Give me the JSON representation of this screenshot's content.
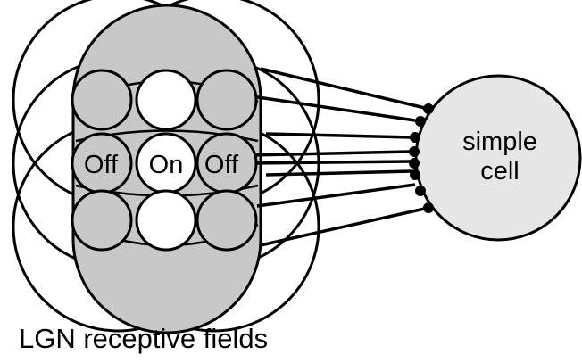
{
  "labels": {
    "off_left": "Off",
    "on_center": "On",
    "off_right": "Off",
    "cell_line1": "simple",
    "cell_line2": "cell",
    "caption": "LGN receptive fields"
  },
  "colors": {
    "stroke": "#000000",
    "off_fill": "#c8c8c8",
    "on_fill": "#ffffff",
    "cell_fill": "#e6e6e6",
    "background": "#ffffff"
  },
  "rows": [
    [
      "off",
      "on",
      "off"
    ],
    [
      "off",
      "on",
      "off"
    ],
    [
      "off",
      "on",
      "off"
    ]
  ]
}
